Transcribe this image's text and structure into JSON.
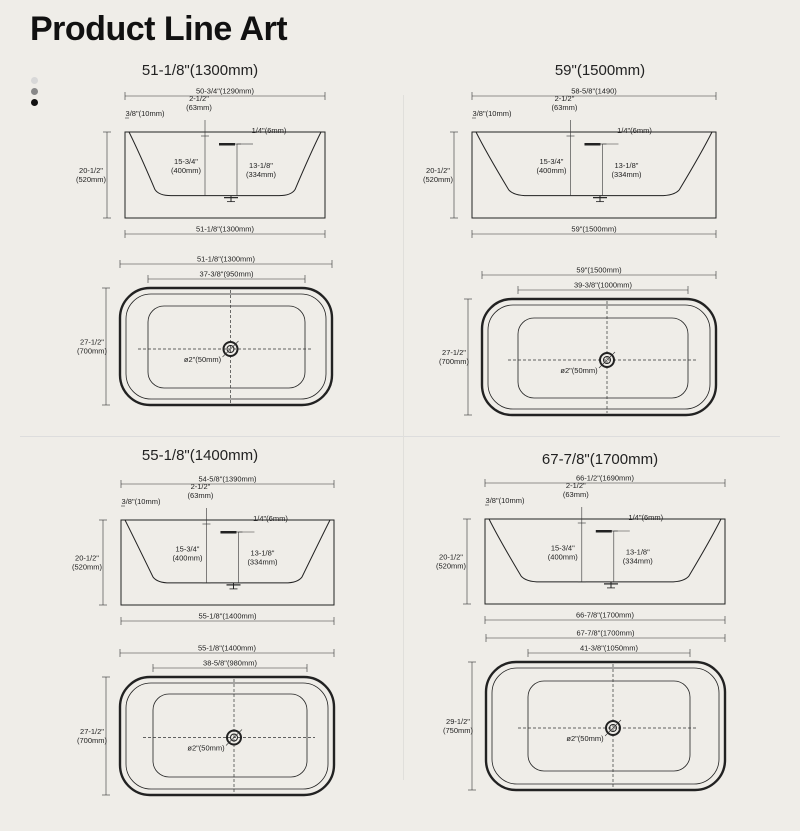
{
  "page": {
    "title": "Product Line Art",
    "dot_colors": [
      "#d8d8d8",
      "#888888",
      "#111111"
    ]
  },
  "models": [
    {
      "title": "51-1/8\"(1300mm)",
      "side": {
        "top_width": "50-3/4\"(1290mm)",
        "rim_offset": "2-1/2\"\n(63mm)",
        "wall": "3/8\"(10mm)",
        "overflow": "1/4\"(6mm)",
        "height": "20-1/2\"\n(520mm)",
        "inner_depth": "15-3/4\"\n(400mm)",
        "drain_depth": "13-1/8\"\n(334mm)",
        "bottom_width": "51-1/8\"(1300mm)"
      },
      "top": {
        "outer_width": "51-1/8\"(1300mm)",
        "inner_width": "37-3/8\"(950mm)",
        "depth": "27-1/2\"\n(700mm)",
        "drain": "ø2\"(50mm)"
      }
    },
    {
      "title": "59\"(1500mm)",
      "side": {
        "top_width": "58-5/8\"(1490)",
        "rim_offset": "2-1/2\"\n(63mm)",
        "wall": "3/8\"(10mm)",
        "overflow": "1/4\"(6mm)",
        "height": "20-1/2\"\n(520mm)",
        "inner_depth": "15-3/4\"\n(400mm)",
        "drain_depth": "13-1/8\"\n(334mm)",
        "bottom_width": "59\"(1500mm)"
      },
      "top": {
        "outer_width": "59\"(1500mm)",
        "inner_width": "39-3/8\"(1000mm)",
        "depth": "27-1/2\"\n(700mm)",
        "drain": "ø2\"(50mm)"
      }
    },
    {
      "title": "55-1/8\"(1400mm)",
      "side": {
        "top_width": "54-5/8\"(1390mm)",
        "rim_offset": "2-1/2\"\n(63mm)",
        "wall": "3/8\"(10mm)",
        "overflow": "1/4\"(6mm)",
        "height": "20-1/2\"\n(520mm)",
        "inner_depth": "15-3/4\"\n(400mm)",
        "drain_depth": "13-1/8\"\n(334mm)",
        "bottom_width": "55-1/8\"(1400mm)"
      },
      "top": {
        "outer_width": "55-1/8\"(1400mm)",
        "inner_width": "38-5/8\"(980mm)",
        "depth": "27-1/2\"\n(700mm)",
        "drain": "ø2\"(50mm)"
      }
    },
    {
      "title": "67-7/8\"(1700mm)",
      "side": {
        "top_width": "66-1/2\"(1690mm)",
        "rim_offset": "2-1/2\"\n(63mm)",
        "wall": "3/8\"(10mm)",
        "overflow": "1/4\"(6mm)",
        "height": "20-1/2\"\n(520mm)",
        "inner_depth": "15-3/4\"\n(400mm)",
        "drain_depth": "13-1/8\"\n(334mm)",
        "bottom_width": "66-7/8\"(1700mm)"
      },
      "top": {
        "outer_width": "67-7/8\"(1700mm)",
        "inner_width": "41-3/8\"(1050mm)",
        "depth": "29-1/2\"\n(750mm)",
        "drain": "ø2\"(50mm)"
      }
    }
  ]
}
